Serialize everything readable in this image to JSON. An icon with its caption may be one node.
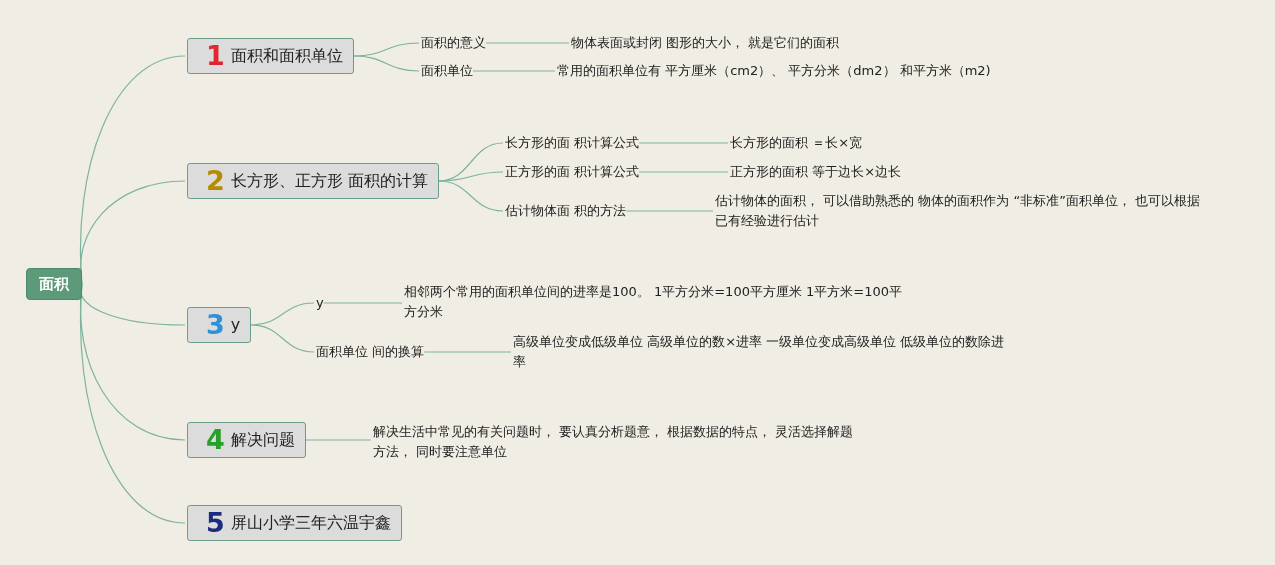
{
  "diagram": {
    "nodes": [
      {
        "text": [
          "面积"
        ]
      },
      {
        "text": [
          "1",
          "面积和面积单位"
        ]
      },
      {
        "text": [
          "面积的意义"
        ]
      },
      {
        "text": [
          "物体表面或封闭 图形的大小， 就是它们的面积"
        ]
      },
      {
        "text": [
          "面积单位"
        ]
      },
      {
        "text": [
          "常用的面积单位有 平方厘米（cm2）、 平方分米（dm2） 和平方米（m2)"
        ]
      },
      {
        "text": [
          "2",
          "长方形、正方形 面积的计算"
        ]
      },
      {
        "text": [
          "长方形的面 积计算公式"
        ]
      },
      {
        "text": [
          "长方形的面积 ＝长×宽"
        ]
      },
      {
        "text": [
          "正方形的面 积计算公式"
        ]
      },
      {
        "text": [
          "正方形的面积 等于边长×边长"
        ]
      },
      {
        "text": [
          "估计物体面 积的方法"
        ]
      },
      {
        "text": [
          "估计物体的面积， 可以借助熟悉的 物体的面积作为 “非标准”面积单位， 也可以根据已有经验进行估计"
        ]
      },
      {
        "text": [
          "3",
          "y"
        ]
      },
      {
        "text": [
          "y"
        ]
      },
      {
        "text": [
          "相邻两个常用的面积单位间的进率是100。 1平方分米=100平方厘米 1平方米=100平方分米"
        ]
      },
      {
        "text": [
          "面积单位 间的换算"
        ]
      },
      {
        "text": [
          "高级单位变成低级单位 高级单位的数×进率 一级单位变成高级单位 低级单位的数除进率"
        ]
      },
      {
        "text": [
          "4",
          "解决问题"
        ]
      },
      {
        "text": [
          "解决生活中常见的有关问题时， 要认真分析题意， 根据数据的特点， 灵活选择解题方法， 同时要注意单位"
        ]
      },
      {
        "text": [
          "5",
          "屏山小学三年六温宇鑫"
        ]
      }
    ],
    "edges": [
      {
        "from": 0,
        "to": 1,
        "arrow": "none"
      },
      {
        "from": 0,
        "to": 6,
        "arrow": "none"
      },
      {
        "from": 0,
        "to": 13,
        "arrow": "none"
      },
      {
        "from": 0,
        "to": 18,
        "arrow": "none"
      },
      {
        "from": 0,
        "to": 20,
        "arrow": "none"
      },
      {
        "from": 1,
        "to": 2,
        "arrow": "none"
      },
      {
        "from": 1,
        "to": 4,
        "arrow": "none"
      },
      {
        "from": 2,
        "to": 3,
        "arrow": "none"
      },
      {
        "from": 4,
        "to": 5,
        "arrow": "none"
      },
      {
        "from": 6,
        "to": 7,
        "arrow": "none"
      },
      {
        "from": 6,
        "to": 9,
        "arrow": "none"
      },
      {
        "from": 6,
        "to": 11,
        "arrow": "none"
      },
      {
        "from": 7,
        "to": 8,
        "arrow": "none"
      },
      {
        "from": 9,
        "to": 10,
        "arrow": "none"
      },
      {
        "from": 11,
        "to": 12,
        "arrow": "none"
      },
      {
        "from": 13,
        "to": 14,
        "arrow": "none"
      },
      {
        "from": 13,
        "to": 16,
        "arrow": "none"
      },
      {
        "from": 14,
        "to": 15,
        "arrow": "none"
      },
      {
        "from": 16,
        "to": 17,
        "arrow": "none"
      },
      {
        "from": 18,
        "to": 19,
        "arrow": "none"
      }
    ]
  }
}
